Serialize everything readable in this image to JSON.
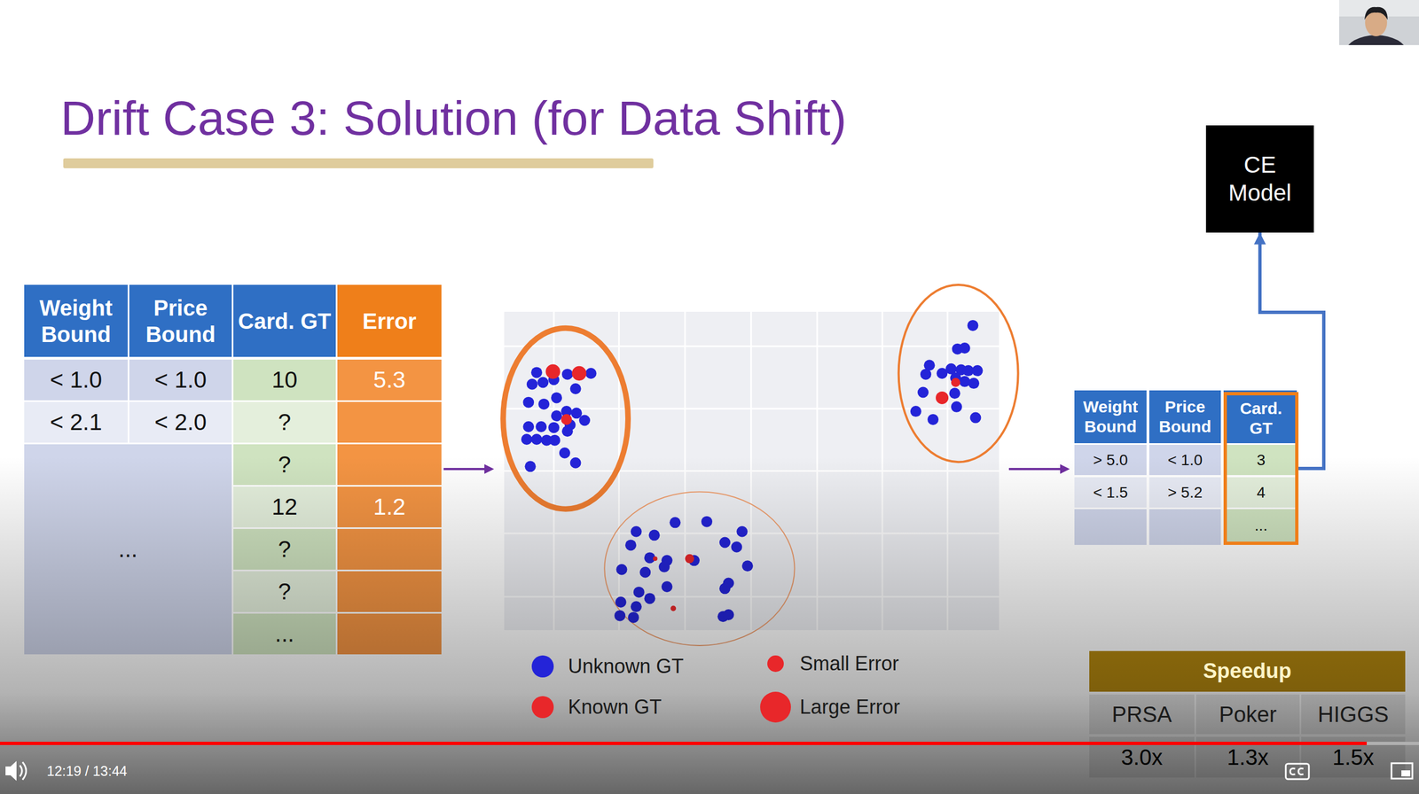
{
  "diagram": {
    "title": "Drift Case 3: Solution (for Data Shift)",
    "nodes": [
      {
        "text": [
          "CE Model"
        ]
      },
      {
        "text": [
          "Card. GT",
          "3",
          "4",
          "..."
        ]
      }
    ],
    "edges": [
      {
        "from": 1,
        "to": 0,
        "arrow": "to"
      }
    ],
    "labels": [
      "Weight Bound",
      "Price Bound",
      "Card. GT",
      "Error",
      "< 1.0",
      "< 1.0",
      "10",
      "5.3",
      "< 2.1",
      "< 2.0",
      "?",
      "...",
      "?",
      "12",
      "1.2",
      "?",
      "?",
      "...",
      "Weight Bound",
      "Price Bound",
      "> 5.0",
      "< 1.0",
      "< 1.5",
      "> 5.2",
      "Speedup",
      "PRSA",
      "Poker",
      "HIGGS",
      "3.0x",
      "1.3x",
      "1.5x",
      "12:19 / 13:44"
    ],
    "legend": [
      {
        "text": "Unknown GT",
        "color": "#2424d8"
      },
      {
        "text": "Known GT",
        "color": "#e8272a"
      },
      {
        "text": "Small Error",
        "color": "#e8272a"
      },
      {
        "text": "Large Error",
        "color": "#e8272a"
      }
    ]
  }
}
